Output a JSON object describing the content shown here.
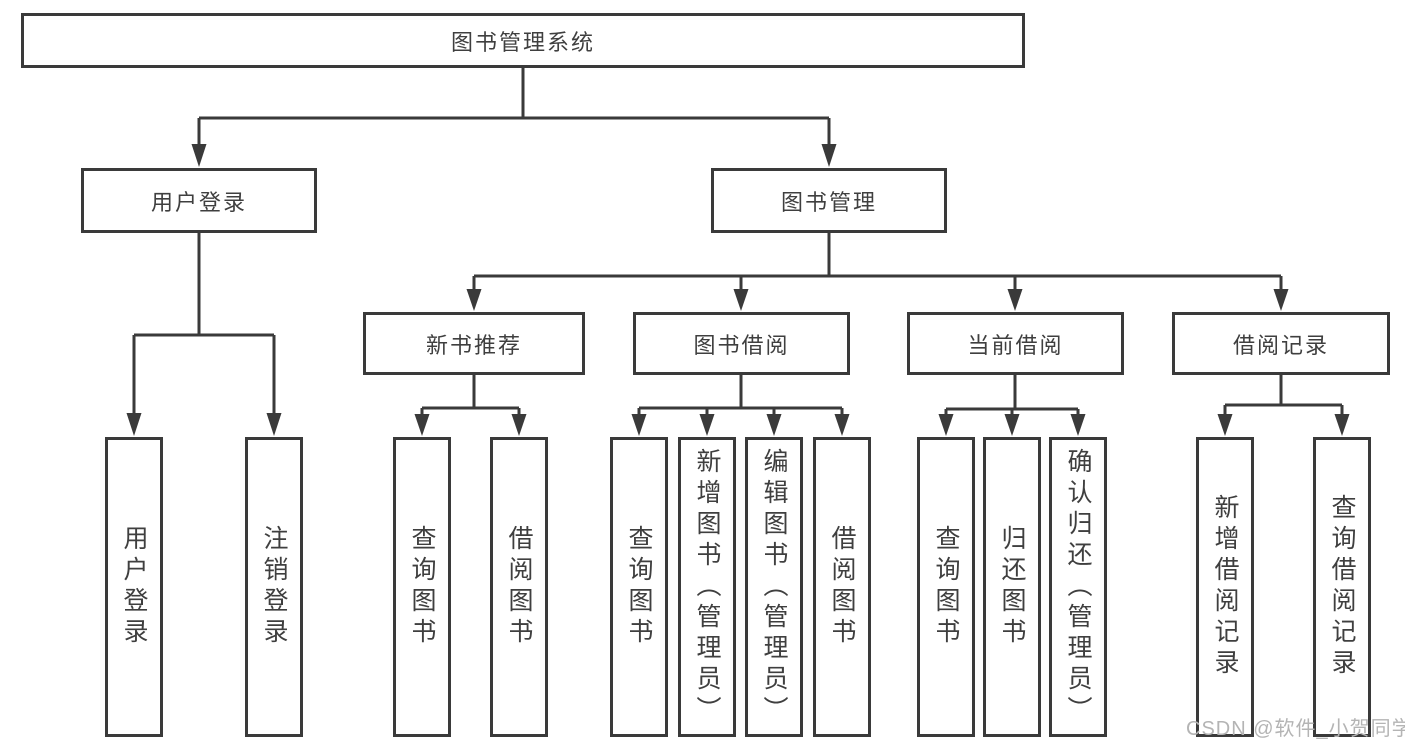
{
  "diagram": {
    "title": "图书管理系统",
    "root": {
      "label": "图书管理系统"
    },
    "level2": [
      {
        "label": "用户登录"
      },
      {
        "label": "图书管理"
      }
    ],
    "level3": [
      {
        "label": "新书推荐",
        "parent": "图书管理"
      },
      {
        "label": "图书借阅",
        "parent": "图书管理"
      },
      {
        "label": "当前借阅",
        "parent": "图书管理"
      },
      {
        "label": "借阅记录",
        "parent": "图书管理"
      }
    ],
    "leaves": [
      {
        "label": "用户登录",
        "parent": "用户登录"
      },
      {
        "label": "注销登录",
        "parent": "用户登录"
      },
      {
        "label": "查询图书",
        "parent": "新书推荐"
      },
      {
        "label": "借阅图书",
        "parent": "新书推荐"
      },
      {
        "label": "查询图书",
        "parent": "图书借阅"
      },
      {
        "label": "新增图书（管理员）",
        "parent": "图书借阅"
      },
      {
        "label": "编辑图书（管理员）",
        "parent": "图书借阅"
      },
      {
        "label": "借阅图书",
        "parent": "图书借阅"
      },
      {
        "label": "查询图书",
        "parent": "当前借阅"
      },
      {
        "label": "归还图书",
        "parent": "当前借阅"
      },
      {
        "label": "确认归还（管理员）",
        "parent": "当前借阅"
      },
      {
        "label": "新增借阅记录",
        "parent": "借阅记录"
      },
      {
        "label": "查询借阅记录",
        "parent": "借阅记录"
      }
    ]
  },
  "watermark": {
    "text": "CSDN @软件_小贺同学"
  },
  "colors": {
    "line": "#3a3a3a",
    "text": "#3f3f3f",
    "box_background": "#ffffff",
    "page_background": "#ffffff",
    "watermark": "#b4b4b4"
  }
}
